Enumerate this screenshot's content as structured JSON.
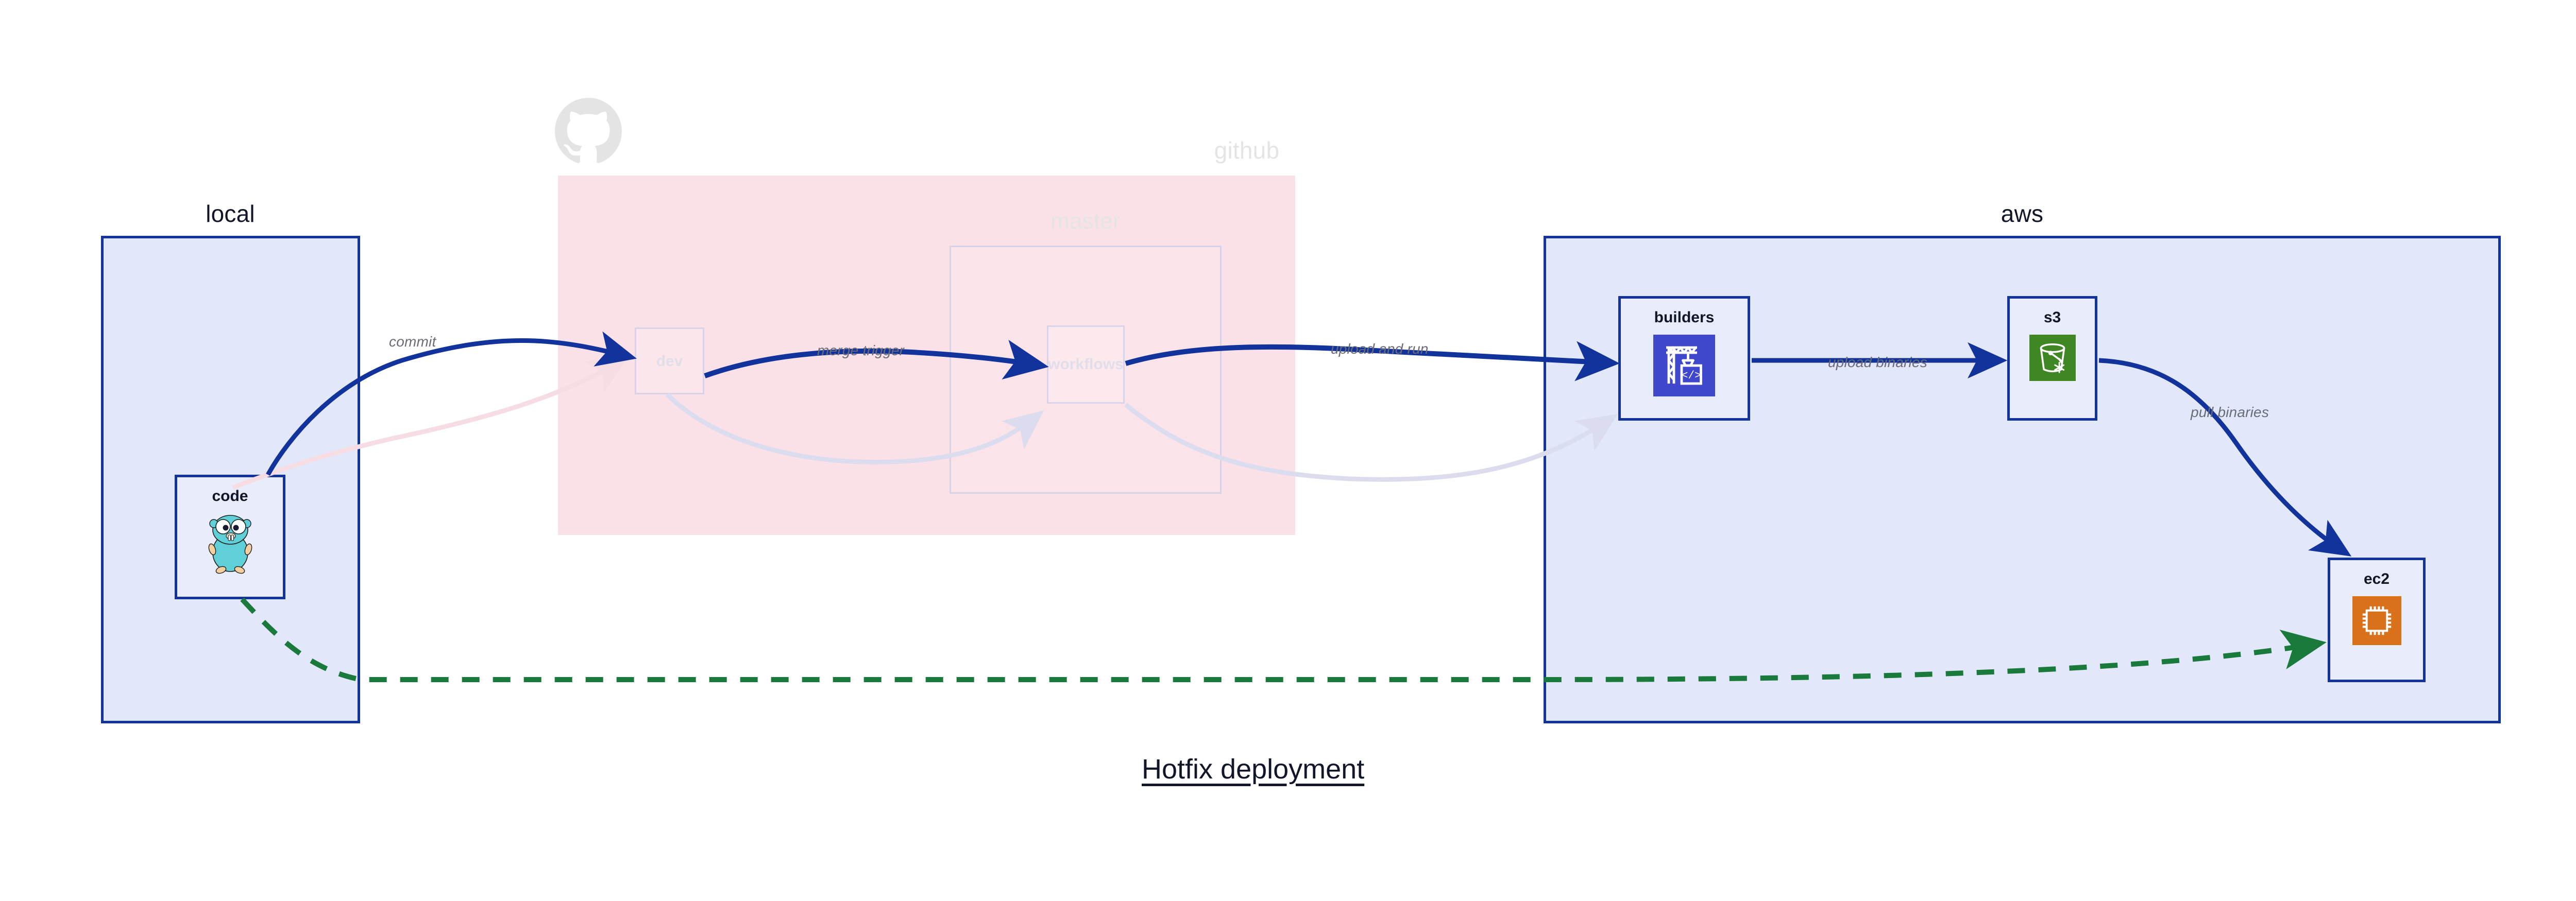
{
  "diagram": {
    "title": "Hotfix deployment",
    "colors": {
      "primary_blue": "#11339b",
      "cluster_blue_fill": "#e2e7fa",
      "node_fill": "#e9edfb",
      "github_pink_fill": "#fae1e7",
      "ghost_border": "#d9d3e7",
      "ghost_text": "#e2dee9",
      "label_gray": "#6b6b77",
      "green_dashed": "#1a7a3c",
      "aws_builders_icon_bg": "#3f48cc",
      "aws_s3_icon_bg": "#3f8624",
      "aws_ec2_icon_bg": "#d9701a",
      "gopher_body": "#5fcfd8",
      "github_logo_gray": "#e4e4e4"
    }
  },
  "clusters": [
    {
      "id": "local",
      "label": "local",
      "style": "solid"
    },
    {
      "id": "github",
      "label": "github",
      "style": "faded"
    },
    {
      "id": "aws",
      "label": "aws",
      "style": "solid"
    }
  ],
  "subgraphs": [
    {
      "id": "master",
      "label": "master",
      "parent": "github",
      "style": "faded"
    }
  ],
  "nodes": [
    {
      "id": "code",
      "label": "code",
      "parent": "local",
      "icon": "go-gopher-icon",
      "style": "solid"
    },
    {
      "id": "dev",
      "label": "dev",
      "parent": "github",
      "icon": "none",
      "style": "faded"
    },
    {
      "id": "workflows",
      "label": "workflows",
      "parent": "master",
      "icon": "none",
      "style": "faded"
    },
    {
      "id": "builders",
      "label": "builders",
      "parent": "aws",
      "icon": "aws-codebuild-icon",
      "style": "solid"
    },
    {
      "id": "s3",
      "label": "s3",
      "parent": "aws",
      "icon": "aws-s3-glacier-icon",
      "style": "solid"
    },
    {
      "id": "ec2",
      "label": "ec2",
      "parent": "aws",
      "icon": "aws-ec2-chip-icon",
      "style": "solid"
    }
  ],
  "edges": [
    {
      "from": "code",
      "to": "dev",
      "label": "commit",
      "style": "solid",
      "color": "#11339b",
      "emphasis": "strong"
    },
    {
      "from": "dev",
      "to": "workflows",
      "label": "merge trigger",
      "style": "solid",
      "color": "#11339b",
      "emphasis": "strong"
    },
    {
      "from": "workflows",
      "to": "builders",
      "label": "upload and run",
      "style": "solid",
      "color": "#11339b",
      "emphasis": "strong"
    },
    {
      "from": "builders",
      "to": "s3",
      "label": "upload binaries",
      "style": "solid",
      "color": "#11339b",
      "emphasis": "strong"
    },
    {
      "from": "s3",
      "to": "ec2",
      "label": "pull binaries",
      "style": "solid",
      "color": "#11339b",
      "emphasis": "strong"
    },
    {
      "from": "code",
      "to": "ec2",
      "label": "",
      "style": "dashed",
      "color": "#1a7a3c",
      "emphasis": "strong"
    },
    {
      "from": "code",
      "to": "dev",
      "label": "",
      "style": "solid",
      "color": "#f6dde3",
      "emphasis": "faded"
    },
    {
      "from": "dev",
      "to": "workflows",
      "label": "",
      "style": "solid",
      "color": "#dcdcef",
      "emphasis": "faded"
    },
    {
      "from": "workflows",
      "to": "builders",
      "label": "",
      "style": "solid",
      "color": "#dcdcef",
      "emphasis": "faded"
    }
  ],
  "labels": {
    "local": "local",
    "github": "github",
    "aws": "aws",
    "master": "master",
    "code": "code",
    "dev": "dev",
    "workflows": "workflows",
    "builders": "builders",
    "s3": "s3",
    "ec2": "ec2",
    "commit": "commit",
    "merge_trigger": "merge trigger",
    "upload_and_run": "upload and run",
    "upload_binaries": "upload binaries",
    "pull_binaries": "pull binaries",
    "title": "Hotfix deployment"
  }
}
